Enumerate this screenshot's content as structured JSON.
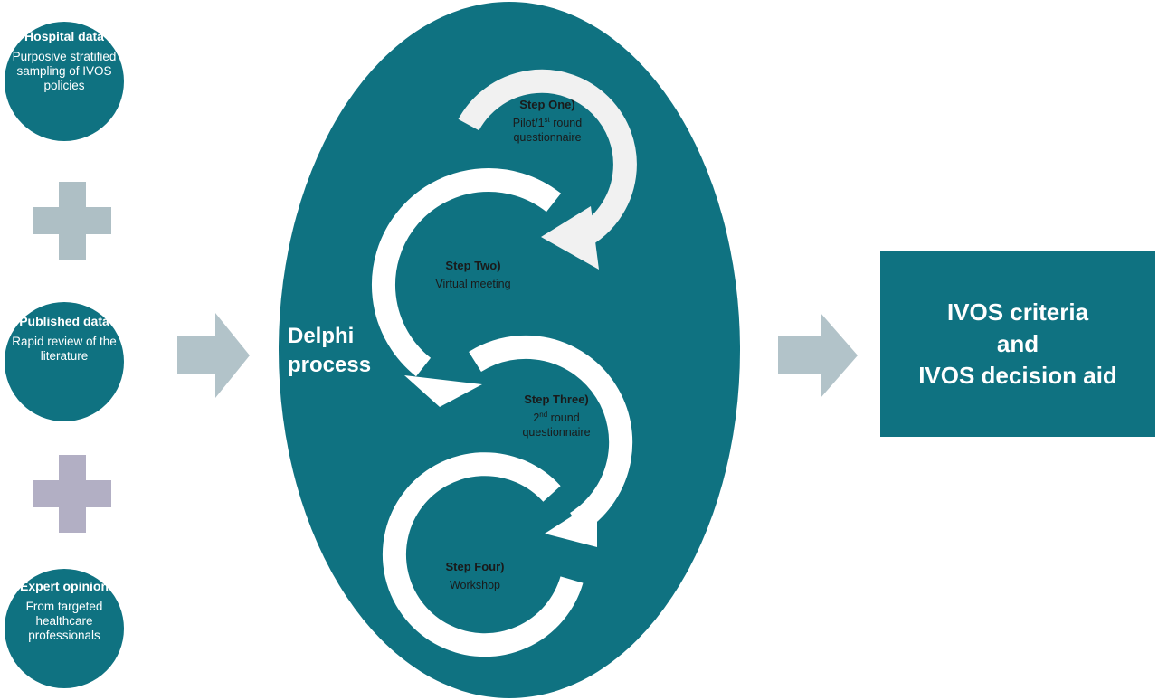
{
  "colors": {
    "teal": "#0f7281",
    "plus_top": "#aebfc5",
    "plus_bottom": "#b2afc4",
    "arrow": "#b2c3c9",
    "loop": "#f1f1f1"
  },
  "inputs": [
    {
      "title": "Hospital data",
      "desc": "Purposive stratified sampling of IVOS policies"
    },
    {
      "title": "Published data",
      "desc": "Rapid review of the literature"
    },
    {
      "title": "Expert opinion",
      "desc": "From targeted healthcare professionals"
    }
  ],
  "delphi": {
    "label_line1": "Delphi",
    "label_line2": "process",
    "steps": [
      {
        "title": "Step One)",
        "desc_pre": "Pilot/1",
        "desc_sup": "st",
        "desc_post": " round",
        "desc_line2": "questionnaire"
      },
      {
        "title": "Step Two)",
        "desc": "Virtual meeting"
      },
      {
        "title": "Step Three)",
        "desc_pre": "2",
        "desc_sup": "nd",
        "desc_post": " round",
        "desc_line2": "questionnaire"
      },
      {
        "title": "Step Four)",
        "desc": "Workshop"
      }
    ]
  },
  "outcome": {
    "line1": "IVOS criteria",
    "line2": "and",
    "line3": "IVOS decision aid"
  }
}
